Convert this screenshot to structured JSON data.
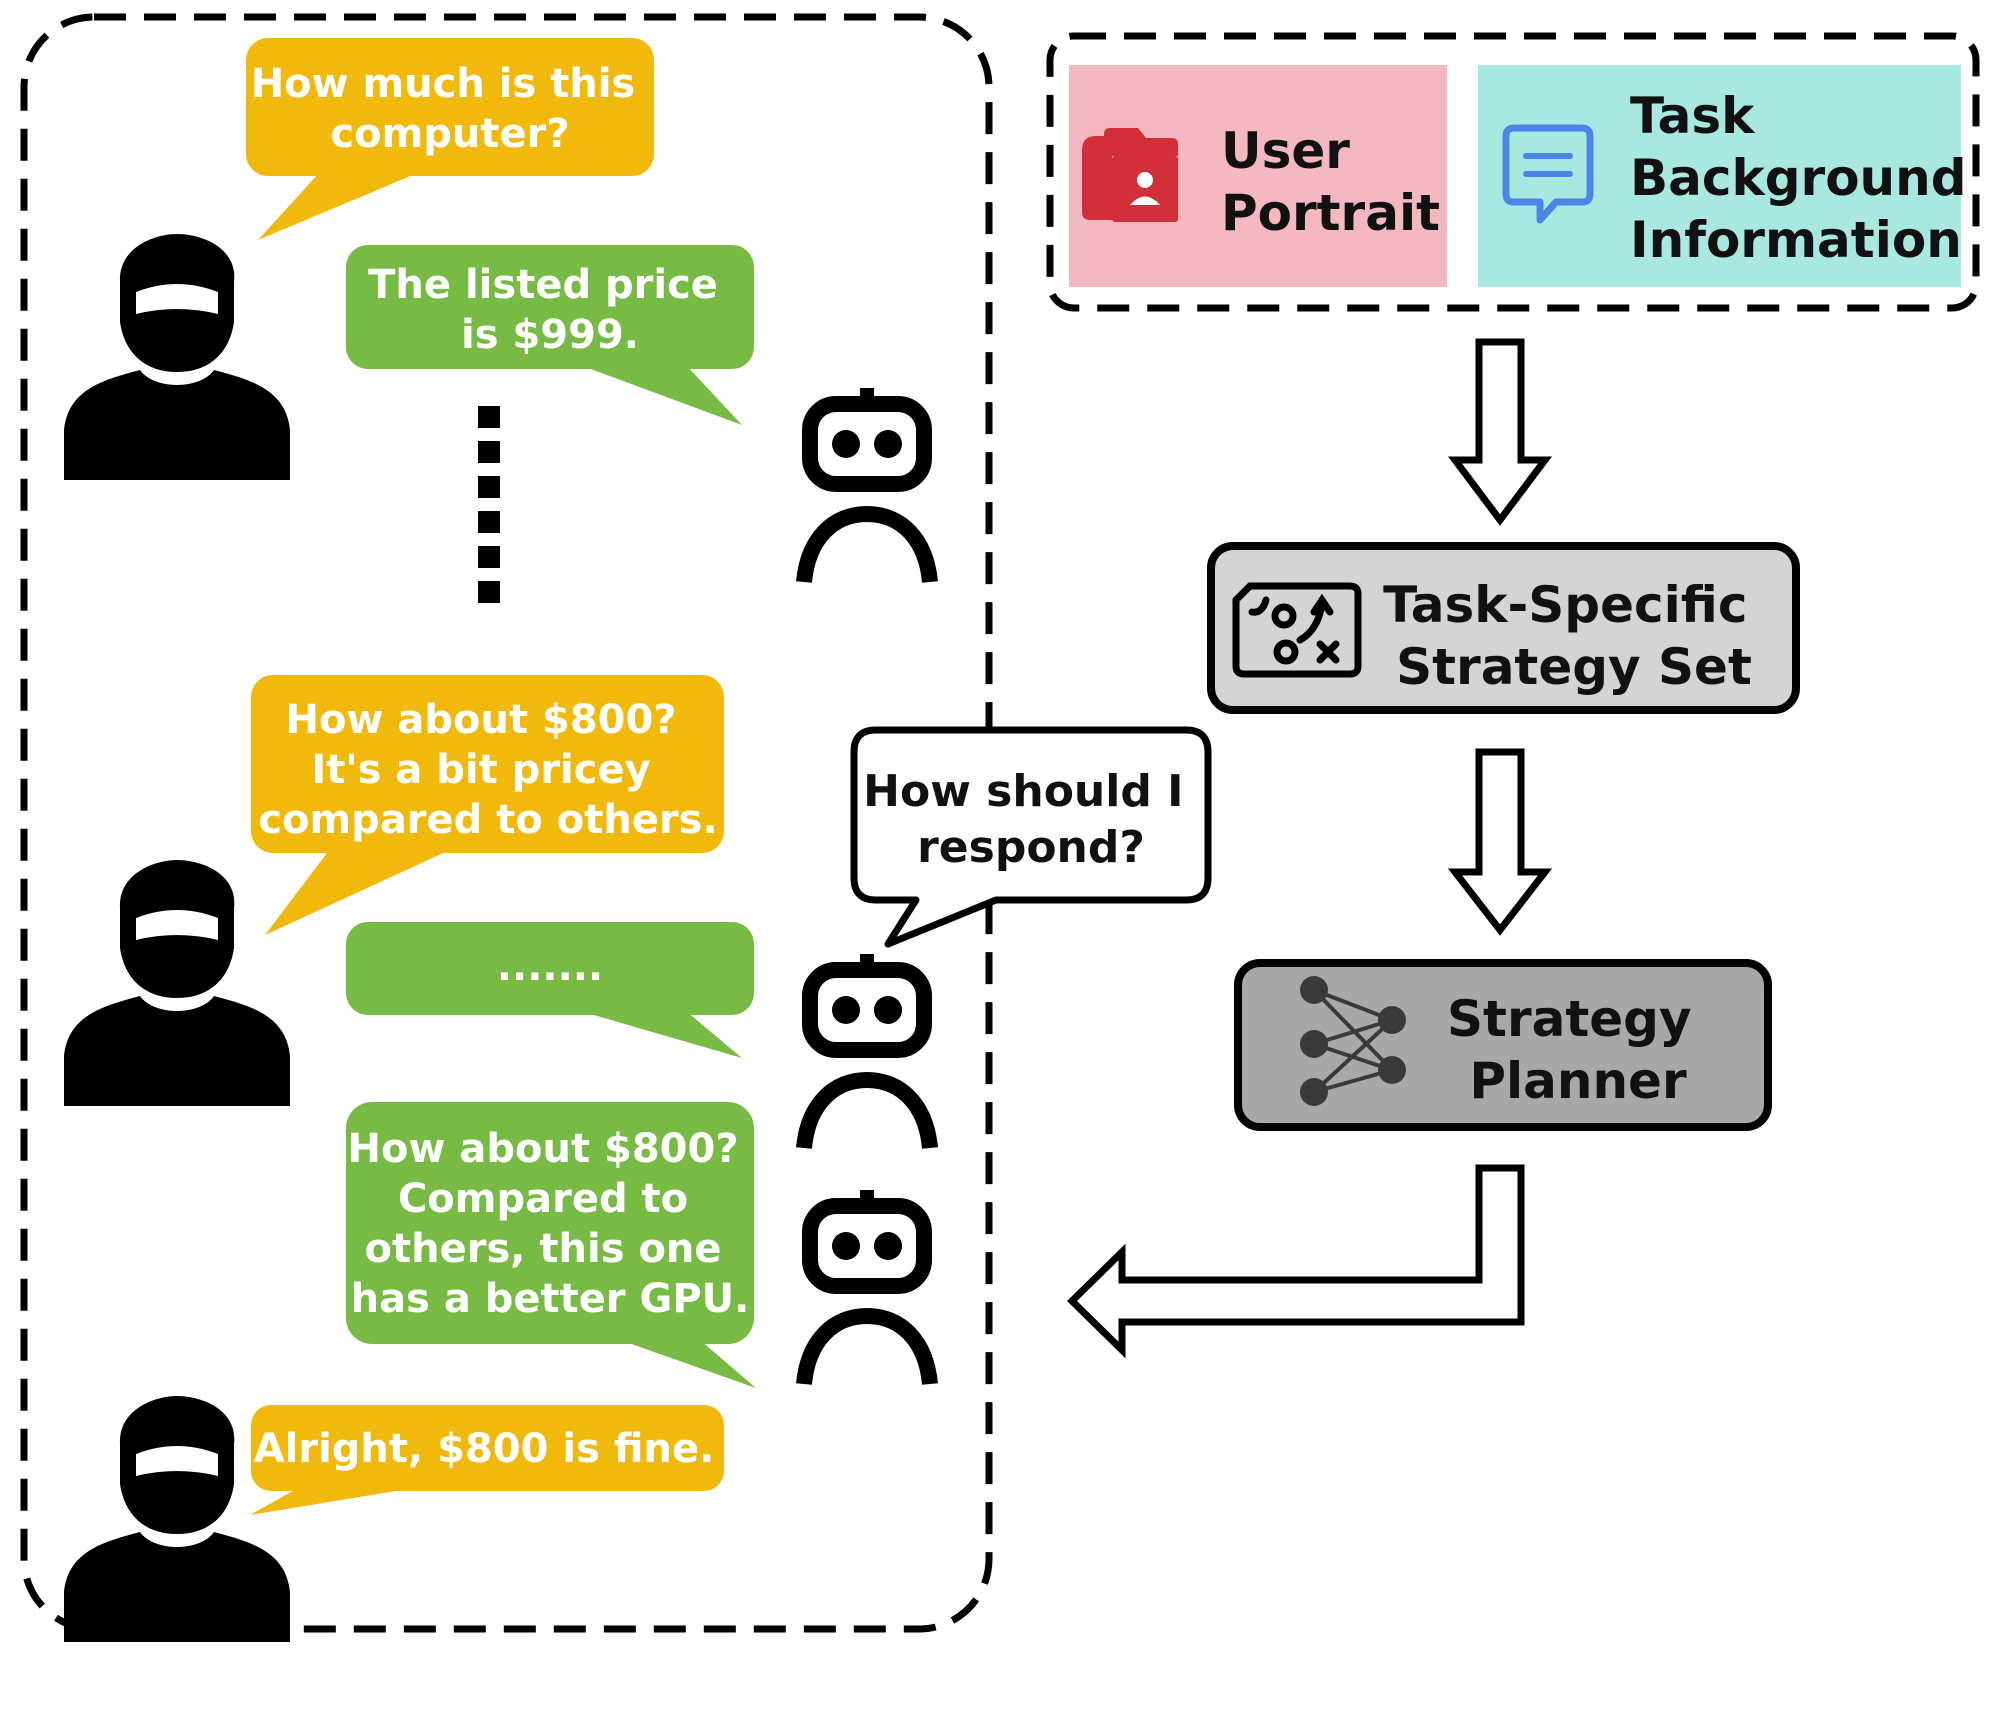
{
  "colors": {
    "user_bubble": "#f0b90b",
    "agent_bubble": "#77bb44",
    "user_portrait_box": "#f4b8c0",
    "task_background_box": "#a9e8e1",
    "strategy_set_box": "#d4d4d4",
    "strategy_planner_box": "#aaa7a5",
    "icon_red": "#d32f3a",
    "icon_blue": "#4a86e8"
  },
  "dialogue": {
    "messages": [
      {
        "speaker": "user",
        "lines": [
          "How much is this",
          "computer?"
        ]
      },
      {
        "speaker": "agent",
        "lines": [
          "The listed price",
          "is $999."
        ]
      },
      {
        "speaker": "user",
        "lines": [
          "How about $800?",
          "It's a bit pricey",
          "compared to others."
        ]
      },
      {
        "speaker": "agent",
        "lines": [
          "......."
        ]
      },
      {
        "speaker": "agent",
        "lines": [
          "How about $800?",
          "Compared to",
          "others, this one",
          "has a better GPU."
        ]
      },
      {
        "speaker": "user",
        "lines": [
          "Alright, $800 is fine."
        ]
      }
    ],
    "thought": [
      "How should I",
      "respond?"
    ]
  },
  "inputs": {
    "user_portrait": {
      "lines": [
        "User",
        "Portrait"
      ],
      "icon": "folder-user-icon"
    },
    "task_background": {
      "lines": [
        "Task",
        "Background",
        "Information"
      ],
      "icon": "chat-message-icon"
    }
  },
  "strategy_set": {
    "lines": [
      "Task-Specific",
      "Strategy Set"
    ],
    "icon": "strategy-board-icon"
  },
  "strategy_planner": {
    "lines": [
      "Strategy",
      "Planner"
    ],
    "icon": "neural-network-icon"
  }
}
